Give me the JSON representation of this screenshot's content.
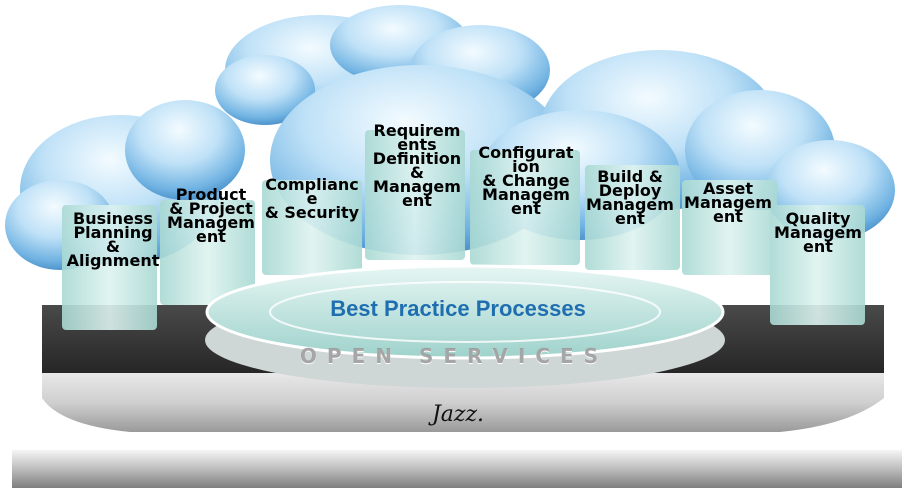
{
  "diagram": {
    "center_label": "Best Practice Processes",
    "platform_word": "OPEN SERVICES",
    "logo_text": "Jazz.",
    "pillars": [
      {
        "label": "Business\nPlanning\n&\nAlignment"
      },
      {
        "label": "Product\n& Project\nManagem\nent"
      },
      {
        "label": "Complianc\ne\n& Security"
      },
      {
        "label": "Requirem\nents\nDefinition\n&\nManagem\nent"
      },
      {
        "label": "Configurat\nion\n& Change\nManagem\nent"
      },
      {
        "label": "Build &\nDeploy\nManagem\nent"
      },
      {
        "label": "Asset\nManagem\nent"
      },
      {
        "label": "Quality\nManagem\nent"
      }
    ]
  },
  "colors": {
    "cloud_light": "#e9f5fd",
    "cloud_dark": "#4b93cc",
    "pillar_teal": "#bfe5e0",
    "platform_dark": "#3c3c3c",
    "platform_silver": "#d6d6d6",
    "center_text": "#1f6fb0"
  }
}
